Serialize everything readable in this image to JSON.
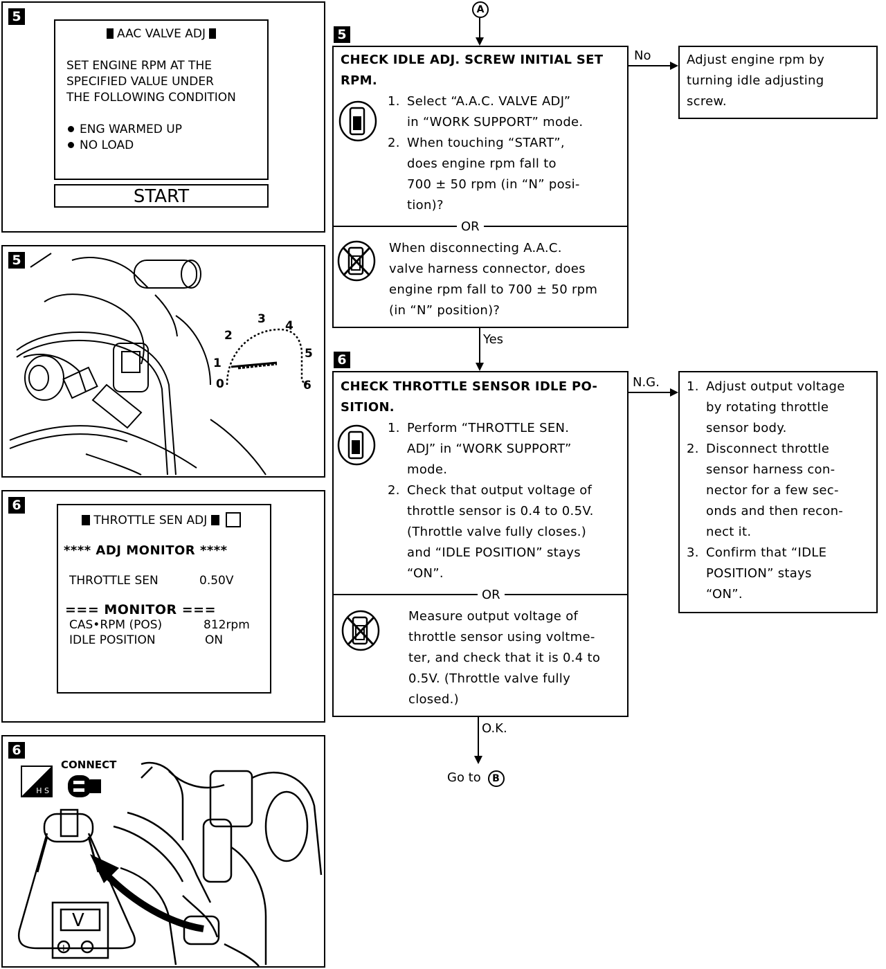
{
  "panels": {
    "p1": {
      "badge": "5",
      "screen_title": "AAC VALVE ADJ",
      "lines": [
        "SET ENGINE RPM AT THE",
        "SPECIFIED VALUE UNDER",
        "THE FOLLOWING CONDITION"
      ],
      "bullets": [
        "ENG WARMED UP",
        "NO LOAD"
      ],
      "start_button": "START"
    },
    "p2": {
      "badge": "5",
      "gauge_ticks": [
        "0",
        "1",
        "2",
        "3",
        "4",
        "5",
        "6"
      ]
    },
    "p3": {
      "badge": "6",
      "screen_title": "THROTTLE SEN ADJ",
      "monitor_header": "**** ADJ MONITOR ****",
      "throttle_label": "THROTTLE SEN",
      "throttle_value": "0.50V",
      "monitor_label": "=== MONITOR ===",
      "rows": [
        {
          "label": "CAS•RPM (POS)",
          "value": "812rpm"
        },
        {
          "label": "IDLE POSITION",
          "value": "ON"
        }
      ]
    },
    "p4": {
      "badge": "6",
      "connect_label": "CONNECT",
      "hs_label": "H S",
      "meter_label": "V",
      "plus": "+",
      "minus": "−"
    }
  },
  "flow": {
    "connector_top": "A",
    "step5": {
      "badge": "5",
      "title_line1": "CHECK IDLE ADJ. SCREW INITIAL SET",
      "title_line2": "RPM.",
      "items": [
        {
          "num": "1.",
          "lines": [
            "Select “A.A.C. VALVE ADJ”",
            "in “WORK SUPPORT” mode."
          ]
        },
        {
          "num": "2.",
          "lines": [
            "When touching “START”,",
            "does engine rpm fall to",
            "700 ± 50 rpm (in “N” posi-",
            "tion)?"
          ]
        }
      ],
      "or": "OR",
      "alt_lines": [
        "When disconnecting A.A.C.",
        "valve harness connector, does",
        "engine rpm fall to 700 ± 50 rpm",
        "(in “N” position)?"
      ],
      "no_label": "No",
      "no_result_lines": [
        "Adjust engine rpm by",
        "turning idle adjusting",
        "screw."
      ],
      "yes_label": "Yes"
    },
    "step6": {
      "badge": "6",
      "title_line1": "CHECK THROTTLE SENSOR IDLE PO-",
      "title_line2": "SITION.",
      "items": [
        {
          "num": "1.",
          "lines": [
            "Perform “THROTTLE SEN.",
            "ADJ” in “WORK SUPPORT”",
            "mode."
          ]
        },
        {
          "num": "2.",
          "lines": [
            "Check that output voltage of",
            "throttle sensor is 0.4 to 0.5V.",
            "(Throttle valve fully closes.)",
            "and “IDLE POSITION” stays",
            "“ON”."
          ]
        }
      ],
      "or": "OR",
      "alt_lines": [
        "Measure output voltage of",
        "throttle sensor using voltme-",
        "ter, and check that it is 0.4 to",
        "0.5V. (Throttle valve fully",
        "closed.)"
      ],
      "ng_label": "N.G.",
      "ng_items": [
        {
          "num": "1.",
          "lines": [
            "Adjust output voltage",
            "by rotating throttle",
            "sensor body."
          ]
        },
        {
          "num": "2.",
          "lines": [
            "Disconnect throttle",
            "sensor harness con-",
            "nector for a few sec-",
            "onds and then recon-",
            "nect it."
          ]
        },
        {
          "num": "3.",
          "lines": [
            "Confirm that “IDLE",
            "POSITION” stays",
            "“ON”."
          ]
        }
      ],
      "ok_label": "O.K.",
      "goto_text": "Go to",
      "goto_target": "B"
    }
  }
}
